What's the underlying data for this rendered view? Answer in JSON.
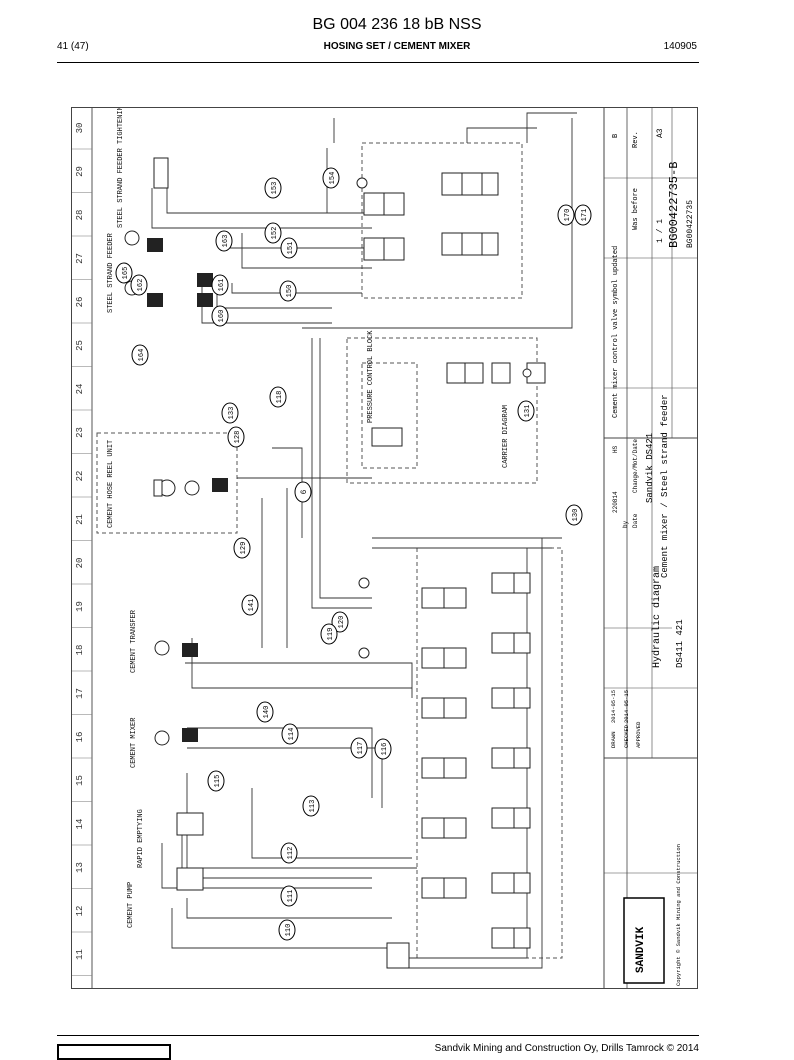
{
  "header": {
    "doc_title": "BG 004 236 18 bB NSS",
    "page": "41 (47)",
    "section_title": "HOSING SET / CEMENT MIXER",
    "date": "140905"
  },
  "grid": {
    "numbers": [
      "30",
      "29",
      "28",
      "27",
      "26",
      "25",
      "24",
      "23",
      "22",
      "21",
      "20",
      "19",
      "18",
      "17",
      "16",
      "15",
      "14",
      "13",
      "12",
      "11"
    ]
  },
  "callouts": [
    "154",
    "153",
    "152",
    "151",
    "150",
    "165",
    "162",
    "161",
    "160",
    "164",
    "163",
    "170",
    "171",
    "118",
    "133",
    "128",
    "6",
    "131",
    "130",
    "129",
    "141",
    "120",
    "119",
    "140",
    "114",
    "117",
    "116",
    "115",
    "113",
    "112",
    "111",
    "110"
  ],
  "labels": {
    "strand_tightening": "STEEL STRAND FEEDER TIGHTENING",
    "strand_feeder": "STEEL STRAND FEEDER",
    "hose_reel": "CEMENT HOSE REEL UNIT",
    "pressure_block": "PRESSURE CONTROL BLOCK",
    "carrier_diagram": "CARRIER DIAGRAM",
    "cement_transfer": "CEMENT TRANSFER",
    "cement_mixer": "CEMENT MIXER",
    "rapid_emptying": "RAPID EMPTYING",
    "cement_pump": "CEMENT PUMP"
  },
  "title_block": {
    "revision_text": "Cement mixer control valve symbol updated",
    "was_before": "Was before",
    "rev_letter": "B",
    "rev_label": "Rev.",
    "size": "A3",
    "sheet": "1 / 1",
    "doc_number": "BG00422735-B",
    "rev_number": "BG00422735",
    "change_label": "Change/Mot/Date",
    "date_label": "Date",
    "by_label": "by",
    "row_date": "220814",
    "row_initials": "HS",
    "sandvik_ref": "Sandvik DS421",
    "description": "Cement mixer / Steel strand feeder",
    "drawing_type": "Hydraulic diagram",
    "model": "DS411 421",
    "brand": "SANDVIK",
    "copyright": "Copyright © Sandvik Mining and Construction",
    "drawn_label": "DRAWN",
    "drawn_date": "2014-05-15",
    "checked_label": "CHECKED",
    "checked_date": "2014-05-15",
    "approved_label": "APPROVED"
  },
  "footer": {
    "company": "Sandvik Mining and Construction Oy, Drills Tamrock © 2014"
  }
}
